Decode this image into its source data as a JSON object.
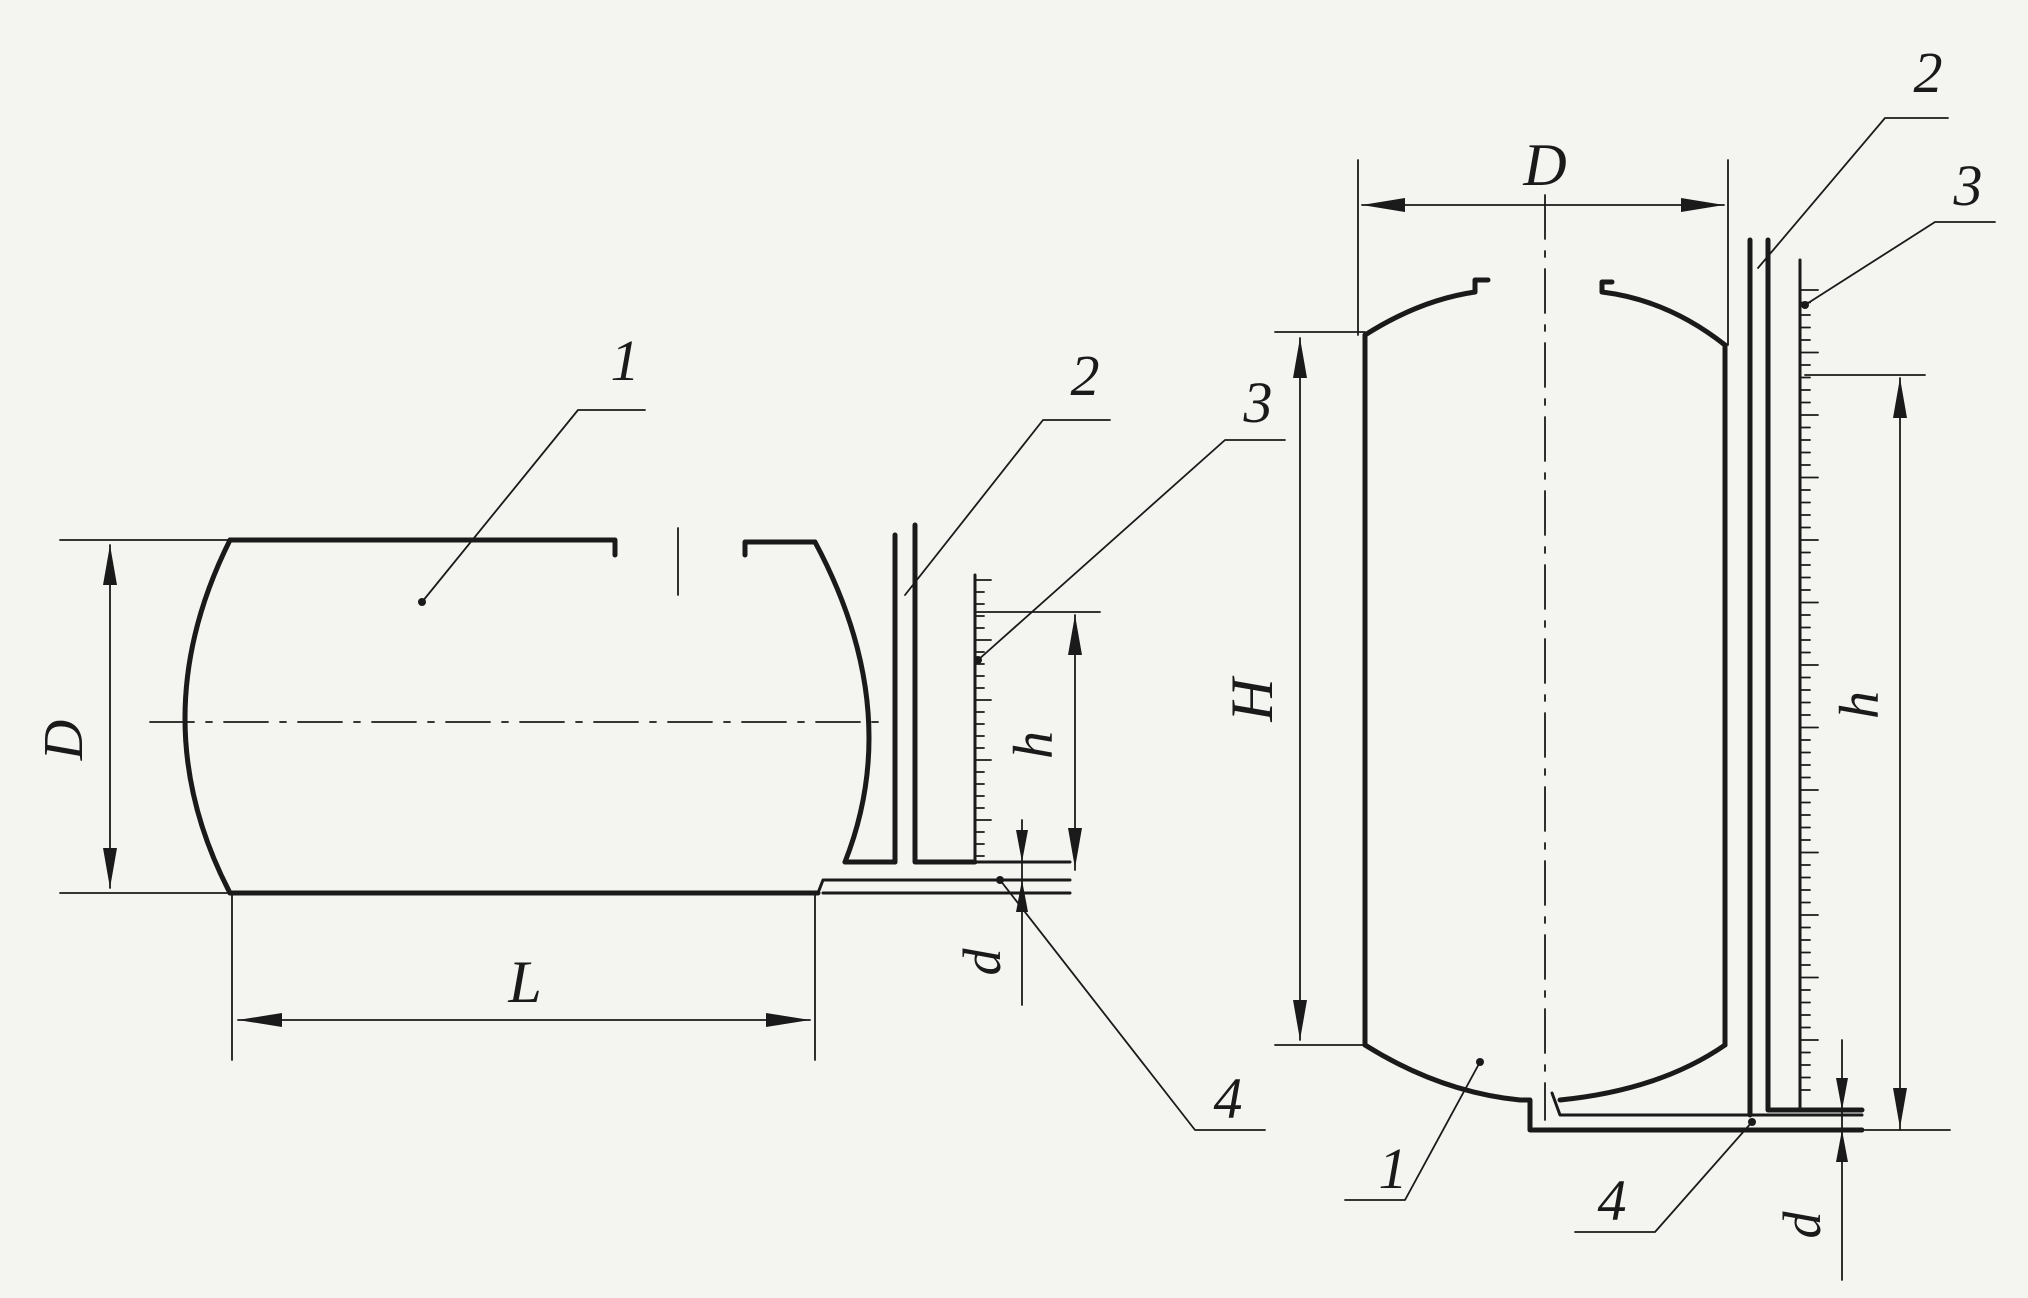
{
  "labels": {
    "horizontal": {
      "part_1": "1",
      "part_2": "2",
      "part_3": "3",
      "part_4": "4",
      "diameter": "D",
      "length": "L",
      "level": "h",
      "offset": "d"
    },
    "vertical": {
      "part_1": "1",
      "part_2": "2",
      "part_3": "3",
      "part_4": "4",
      "diameter": "D",
      "height": "H",
      "level": "h",
      "offset": "d"
    }
  },
  "colors": {
    "ink": "#1a1a1a",
    "paper": "#f4f4f1"
  }
}
